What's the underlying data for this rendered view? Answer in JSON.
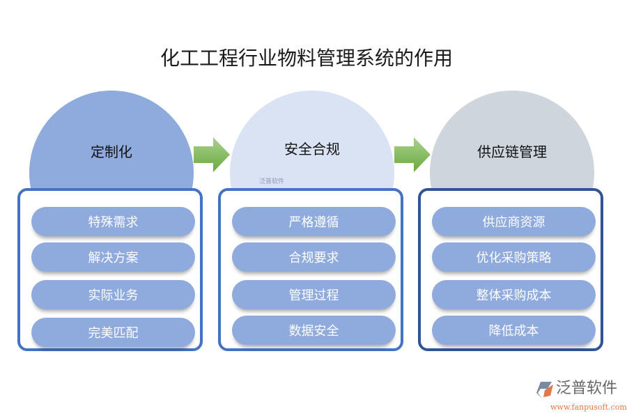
{
  "title": "化工工程行业物料管理系统的作用",
  "columns": [
    {
      "heading": "定制化",
      "circle_color": "#8faadc",
      "border_color": "#4472c4",
      "items": [
        "特殊需求",
        "解决方案",
        "实际业务",
        "完美匹配"
      ]
    },
    {
      "heading": "安全合规",
      "circle_color": "#dae3f3",
      "border_color": "#4472c4",
      "items": [
        "严格遵循",
        "合规要求",
        "管理过程",
        "数据安全"
      ]
    },
    {
      "heading": "供应链管理",
      "circle_color": "#cfd5dd",
      "border_color": "#2f5597",
      "items": [
        "供应商资源",
        "优化采购策略",
        "整体采购成本",
        "降低成本"
      ]
    }
  ],
  "arrow_color": "#70ad47",
  "watermark": "泛普软件",
  "logo": {
    "name": "泛普软件",
    "url": "www.fanpusoft.com"
  }
}
